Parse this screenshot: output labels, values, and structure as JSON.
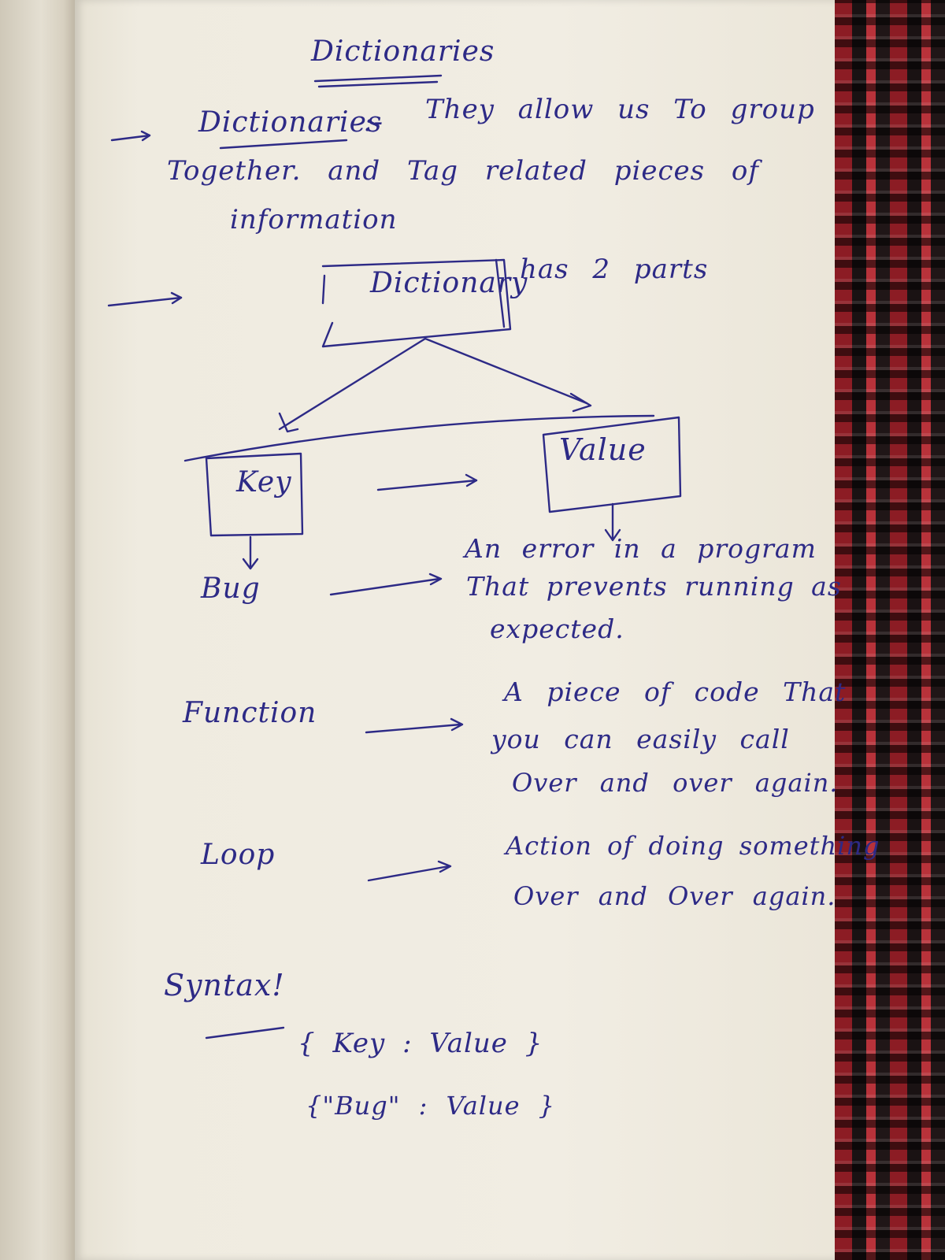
{
  "notes": {
    "title": "Dictionaries",
    "definition": {
      "term": "Dictionaries",
      "separator": ":-",
      "line1": "They allow us To group",
      "line2": "Together. and Tag related pieces of",
      "line3": "information"
    },
    "diagram": {
      "root_box": "Dictionary",
      "root_suffix": "has 2 parts",
      "key_box": "Key",
      "value_box": "Value"
    },
    "entries": [
      {
        "key": "Bug",
        "value_lines": [
          "An error in a program",
          "That prevents running as",
          "expected."
        ]
      },
      {
        "key": "Function",
        "value_lines": [
          "A piece of code That",
          "you can easily call",
          "Over and over again."
        ]
      },
      {
        "key": "Loop",
        "value_lines": [
          "Action of doing something",
          "Over and Over again."
        ]
      }
    ],
    "syntax": {
      "heading": "Syntax!",
      "line1": "{ Key : Value }",
      "line2": "{\"Bug\" : Value }"
    }
  }
}
